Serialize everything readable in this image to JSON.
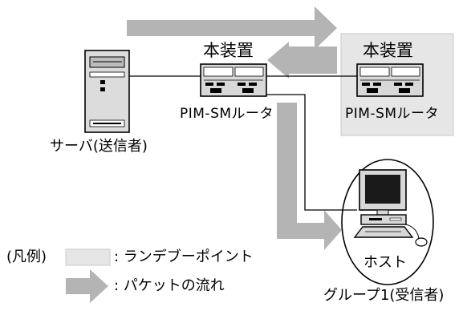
{
  "server": {
    "label": "サーバ(送信者)"
  },
  "router_main": {
    "title": "本装置",
    "label": "PIM-SMルータ"
  },
  "router_rp": {
    "title": "本装置",
    "label": "PIM-SMルータ"
  },
  "host": {
    "label": "ホスト"
  },
  "group": {
    "label": "グループ1(受信者)"
  },
  "legend": {
    "heading": "(凡例)",
    "rp_item": ": ランデブーポイント",
    "flow_item": ": パケットの流れ"
  },
  "colors": {
    "arrow": "#b4b4b4",
    "rp_box": "#e6e6e6",
    "rp_border": "#c8c8c8",
    "device_fill": "#d8d8d8",
    "line": "#000000"
  },
  "icons": [
    "server-icon",
    "router-icon",
    "host-computer-icon",
    "mouse-icon"
  ]
}
